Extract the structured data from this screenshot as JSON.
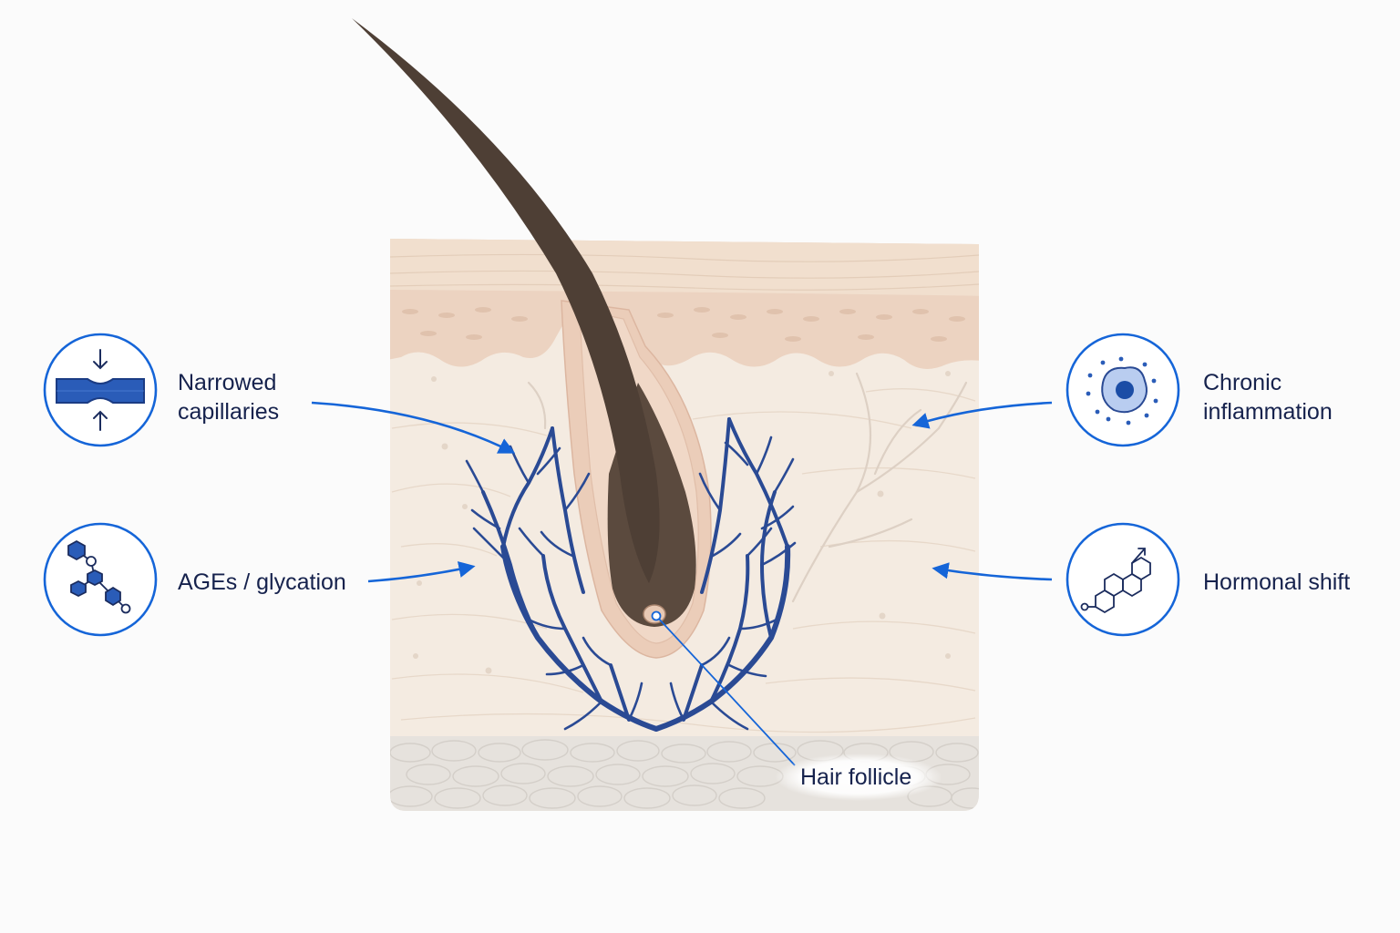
{
  "factors": {
    "narrowed_capillaries": {
      "line1": "Narrowed",
      "line2": "capillaries",
      "icon": "narrowed-capillary-icon"
    },
    "ages_glycation": {
      "label": "AGEs / glycation",
      "icon": "molecule-chain-icon"
    },
    "chronic_inflammation": {
      "line1": "Chronic",
      "line2": "inflammation",
      "icon": "inflamed-cell-icon"
    },
    "hormonal_shift": {
      "label": "Hormonal shift",
      "icon": "steroid-molecule-icon"
    }
  },
  "follicle_label": "Hair follicle",
  "colors": {
    "accent": "#1565d8",
    "vessels": "#2a4a94",
    "hair": "#4e3f35",
    "epidermis": "#ecd3c1",
    "dermis": "#f4ebe1",
    "fat": "#e6e2dd",
    "text": "#16224d"
  }
}
